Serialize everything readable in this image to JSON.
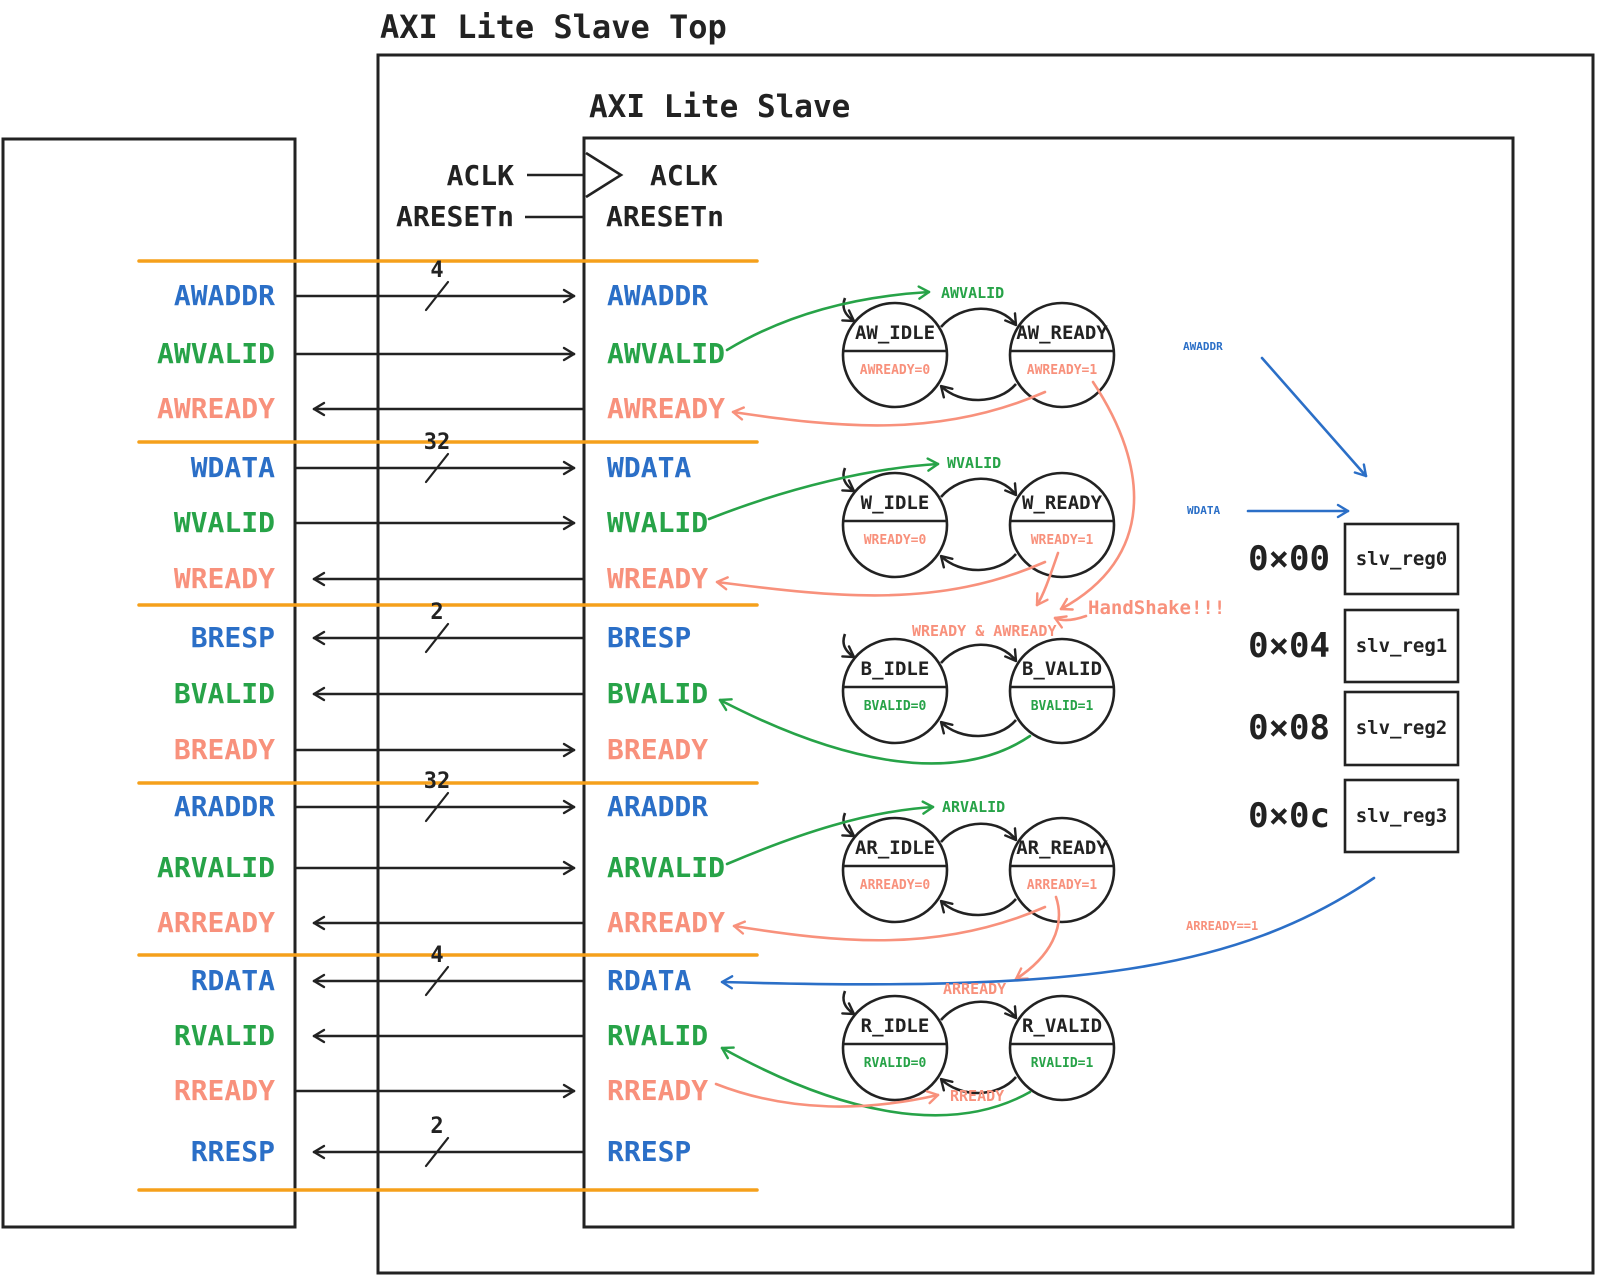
{
  "colors": {
    "ink": "#222222",
    "blue": "#2b6fc7",
    "green": "#27a348",
    "salmon": "#f8917c",
    "orange": "#f5a01b"
  },
  "titles": {
    "top": "AXI Lite Slave Top",
    "inner": "AXI Lite Slave"
  },
  "clock": {
    "aclk": "ACLK",
    "aresetn": "ARESETn"
  },
  "signals": [
    {
      "name": "AWADDR",
      "color": "blue",
      "dir": "master-to-slave",
      "width": "4"
    },
    {
      "name": "AWVALID",
      "color": "green",
      "dir": "master-to-slave"
    },
    {
      "name": "AWREADY",
      "color": "salmon",
      "dir": "slave-to-master"
    },
    {
      "name": "WDATA",
      "color": "blue",
      "dir": "master-to-slave",
      "width": "32"
    },
    {
      "name": "WVALID",
      "color": "green",
      "dir": "master-to-slave"
    },
    {
      "name": "WREADY",
      "color": "salmon",
      "dir": "slave-to-master"
    },
    {
      "name": "BRESP",
      "color": "blue",
      "dir": "slave-to-master",
      "width": "2"
    },
    {
      "name": "BVALID",
      "color": "green",
      "dir": "slave-to-master"
    },
    {
      "name": "BREADY",
      "color": "salmon",
      "dir": "master-to-slave"
    },
    {
      "name": "ARADDR",
      "color": "blue",
      "dir": "master-to-slave",
      "width": "32"
    },
    {
      "name": "ARVALID",
      "color": "green",
      "dir": "master-to-slave"
    },
    {
      "name": "ARREADY",
      "color": "salmon",
      "dir": "slave-to-master"
    },
    {
      "name": "RDATA",
      "color": "blue",
      "dir": "slave-to-master",
      "width": "4"
    },
    {
      "name": "RVALID",
      "color": "green",
      "dir": "slave-to-master"
    },
    {
      "name": "RREADY",
      "color": "salmon",
      "dir": "master-to-slave"
    },
    {
      "name": "RRESP",
      "color": "blue",
      "dir": "slave-to-master",
      "width": "2"
    }
  ],
  "fsms": [
    {
      "left_state": "AW_IDLE",
      "right_state": "AW_READY",
      "left_out": "AWREADY=0",
      "right_out": "AWREADY=1",
      "out_color": "salmon",
      "top_label": "AWVALID",
      "top_label_color": "green"
    },
    {
      "left_state": "W_IDLE",
      "right_state": "W_READY",
      "left_out": "WREADY=0",
      "right_out": "WREADY=1",
      "out_color": "salmon",
      "top_label": "WVALID",
      "top_label_color": "green"
    },
    {
      "left_state": "B_IDLE",
      "right_state": "B_VALID",
      "left_out": "BVALID=0",
      "right_out": "BVALID=1",
      "out_color": "green",
      "top_label": "WREADY & AWREADY",
      "top_label_color": "salmon"
    },
    {
      "left_state": "AR_IDLE",
      "right_state": "AR_READY",
      "left_out": "ARREADY=0",
      "right_out": "ARREADY=1",
      "out_color": "salmon",
      "top_label": "ARVALID",
      "top_label_color": "green"
    },
    {
      "left_state": "R_IDLE",
      "right_state": "R_VALID",
      "left_out": "RVALID=0",
      "right_out": "RVALID=1",
      "out_color": "green",
      "top_label": "ARREADY",
      "top_label_color": "salmon",
      "bottom_label": "RREADY",
      "bottom_label_color": "salmon"
    }
  ],
  "registers": [
    {
      "address": "0×00",
      "name": "slv_reg0"
    },
    {
      "address": "0×04",
      "name": "slv_reg1"
    },
    {
      "address": "0×08",
      "name": "slv_reg2"
    },
    {
      "address": "0×0c",
      "name": "slv_reg3"
    }
  ],
  "annotations": {
    "awaddr_pointer": "AWADDR",
    "wdata_pointer": "WDATA",
    "handshake": "HandShake!!!",
    "arready_condition": "ARREADY==1"
  }
}
